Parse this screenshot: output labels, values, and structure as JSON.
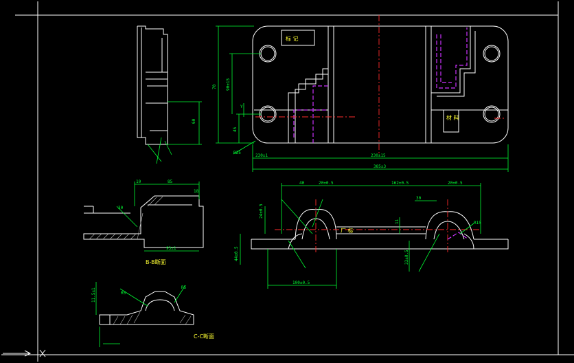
{
  "labels": {
    "top_w1": "230±1",
    "top_w2": "230±15",
    "top_w3": "385±3",
    "top_h1": "70",
    "top_h2": "90±15",
    "top_h3": "45",
    "top_r": "R25",
    "side_d1": "10",
    "side_d2": "85",
    "side_d3": "18",
    "side_d4": "30",
    "side_w": "93±1",
    "side_d5": "60",
    "sec1": "B-B断面",
    "front_d1": "40",
    "front_d2": "20±0.5",
    "front_d3": "162±0.5",
    "front_d4": "20±0.5",
    "front_d5": "30",
    "front_d6": "24±0.5",
    "front_d7": "11",
    "front_d8": "33±0.5",
    "front_d9": "44±0.5",
    "front_d10": "100±0.5",
    "front_d11": "R15",
    "sec2": "C-C断面",
    "sec2_d1": "11.5±1",
    "sec2_d2": "R5",
    "sec2_d3": "R5",
    "note_y": "Y",
    "tag1": "标 记",
    "tag2": "厂 标",
    "tag3": "材 料"
  }
}
